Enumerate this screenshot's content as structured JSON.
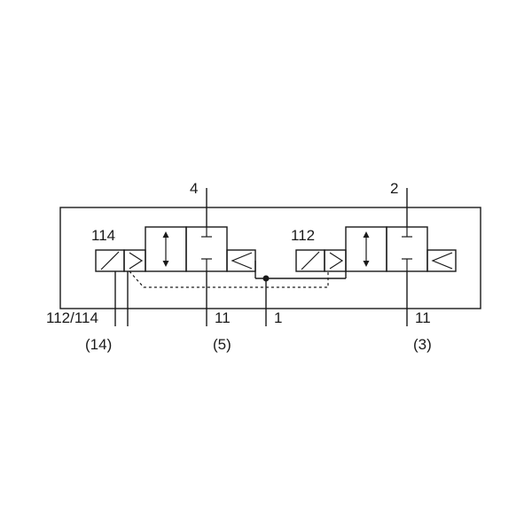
{
  "diagram": {
    "left_valve": {
      "pilot_label": "114",
      "output_port": "4",
      "exhaust_port": "11",
      "exhaust_port_alt": "(5)"
    },
    "right_valve": {
      "pilot_label": "112",
      "output_port": "2",
      "exhaust_port": "11",
      "exhaust_port_alt": "(3)"
    },
    "pilot_exhaust": {
      "label": "112/114",
      "alt": "(14)"
    },
    "supply_port": "1"
  }
}
